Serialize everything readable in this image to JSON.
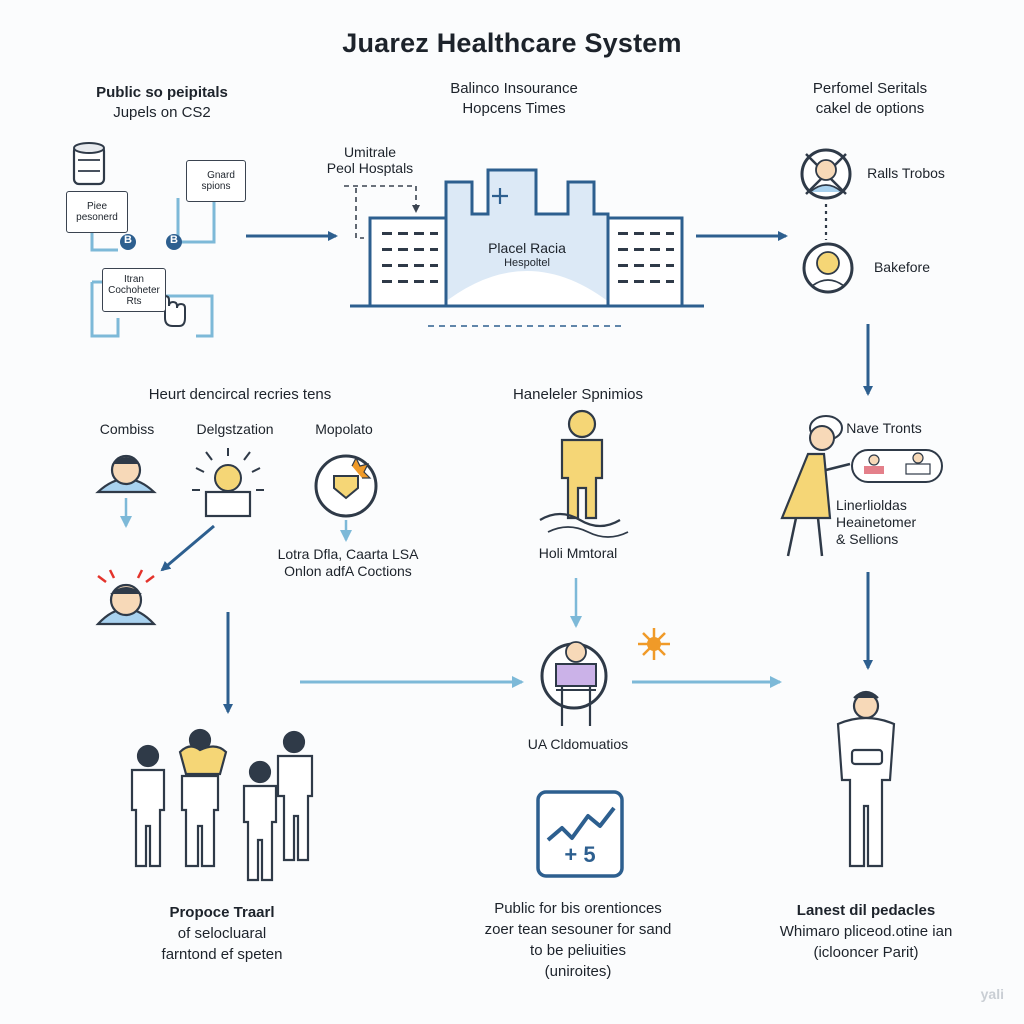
{
  "title": "Juarez Healthcare System",
  "top_left": {
    "heading": "Public so peipitals",
    "sub": "Jupels on CS2",
    "badges": {
      "place": "Piee pesonerd",
      "guard_line1": "Gnard",
      "guard_line2": "spions",
      "coord_line1": "Itran",
      "coord_line2": "Cochoheter",
      "coord_line3": "Rts",
      "circle_a": "B",
      "circle_b": "B"
    }
  },
  "top_center": {
    "heading": "Balinco Insourance",
    "sub": "Hopcens Times",
    "note_line1": "Umitrale",
    "note_line2": "Peol Hosptals",
    "building_label": "Placel Racia",
    "building_sub": "Hespoltel"
  },
  "top_right": {
    "heading": "Perfomel Seritals",
    "sub": "cakel de options",
    "person1": "Ralls Trobos",
    "person2": "Bakefore"
  },
  "mid_left": {
    "heading": "Heurt dencircal recries tens",
    "col1": "Combiss",
    "col2": "Delgstzation",
    "col3": "Mopolato",
    "note_line1": "Lotra Dfla, Caarta LSA",
    "note_line2": "Onlon adfA Coctions"
  },
  "mid_center": {
    "heading": "Haneleler Spnimios",
    "label": "Holi Mmtoral"
  },
  "mid_right": {
    "label": "Nave Tronts",
    "note_line1": "Linerlioldas",
    "note_line2": "Heainetomer",
    "note_line3": "& Sellions"
  },
  "lower_center": {
    "label": "UA Cldomuatios",
    "chart_text": "+ 5",
    "note_line1": "Public for bis orentionces",
    "note_line2": "zoer tean sesouner for sand",
    "note_line3": "to be peliuities",
    "note_line4": "(uniroites)"
  },
  "bottom_left": {
    "heading": "Propoce Traarl",
    "line1": "of selocluaral",
    "line2": "farntond ef speten"
  },
  "bottom_right": {
    "heading": "Lanest dil pedacles",
    "line1": "Whimaro pliceod.otine ian",
    "line2": "(iclooncer Parit)"
  },
  "watermark": "yali",
  "colors": {
    "arrow_dark": "#2d5f8f",
    "arrow_light": "#7db9d8",
    "building_fill": "#dce9f6",
    "accent_yellow": "#f5d676",
    "accent_purple": "#cbb2e8",
    "star_orange": "#f09a28",
    "outline": "#2f3a48"
  }
}
